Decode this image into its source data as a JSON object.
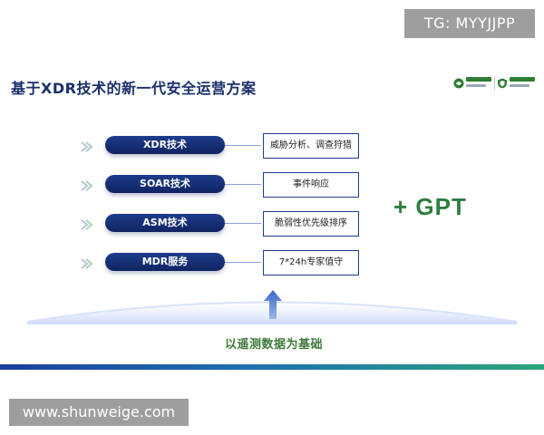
{
  "overlay": {
    "tg_label": "TG: MYYJJPP",
    "watermark_url": "www.shunweige.com"
  },
  "slide": {
    "title": "基于XDR技术的新一代安全运营方案",
    "rows": [
      {
        "pill": "XDR技术",
        "box": "威胁分析、调查狩猎"
      },
      {
        "pill": "SOAR技术",
        "box": "事件响应"
      },
      {
        "pill": "ASM技术",
        "box": "脆弱性优先级排序"
      },
      {
        "pill": "MDR服务",
        "box": "7*24h专家值守"
      }
    ],
    "gpt_label": "+ GPT",
    "base_label": "以遥测数据为基础"
  },
  "colors": {
    "title": "#1a2f6b",
    "pill": "#0f2461",
    "gpt": "#2e7d3e",
    "base_label": "#3f7a3a",
    "stripe_start": "#1b3f9a",
    "stripe_end": "#2aa57a"
  },
  "icons": {
    "chevron": "chevron-right-icon",
    "up_arrow": "arrow-up-icon"
  }
}
